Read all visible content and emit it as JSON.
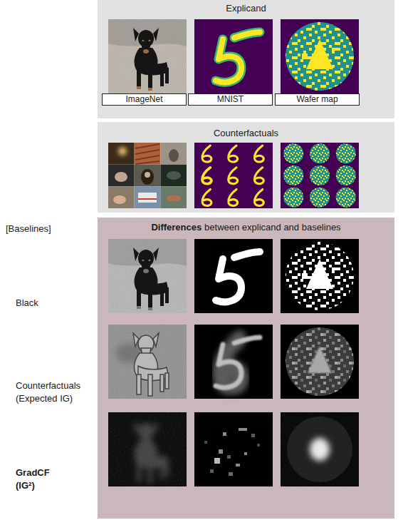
{
  "diagram": {
    "nodes": [
      {
        "text": [
          "Explicand"
        ]
      },
      {
        "text": [
          "ImageNet"
        ],
        "in": 0
      },
      {
        "text": [
          "MNIST"
        ],
        "in": 0
      },
      {
        "text": [
          "Wafer map"
        ],
        "in": 0
      },
      {
        "text": [
          "Counterfactuals"
        ]
      },
      {
        "text": [
          "Differences",
          "between explicand and baselines"
        ]
      }
    ],
    "labels": [
      "[Baselines]",
      "Black",
      "Counterfactuals (Expected IG)",
      "GradCF (IG²)"
    ]
  }
}
